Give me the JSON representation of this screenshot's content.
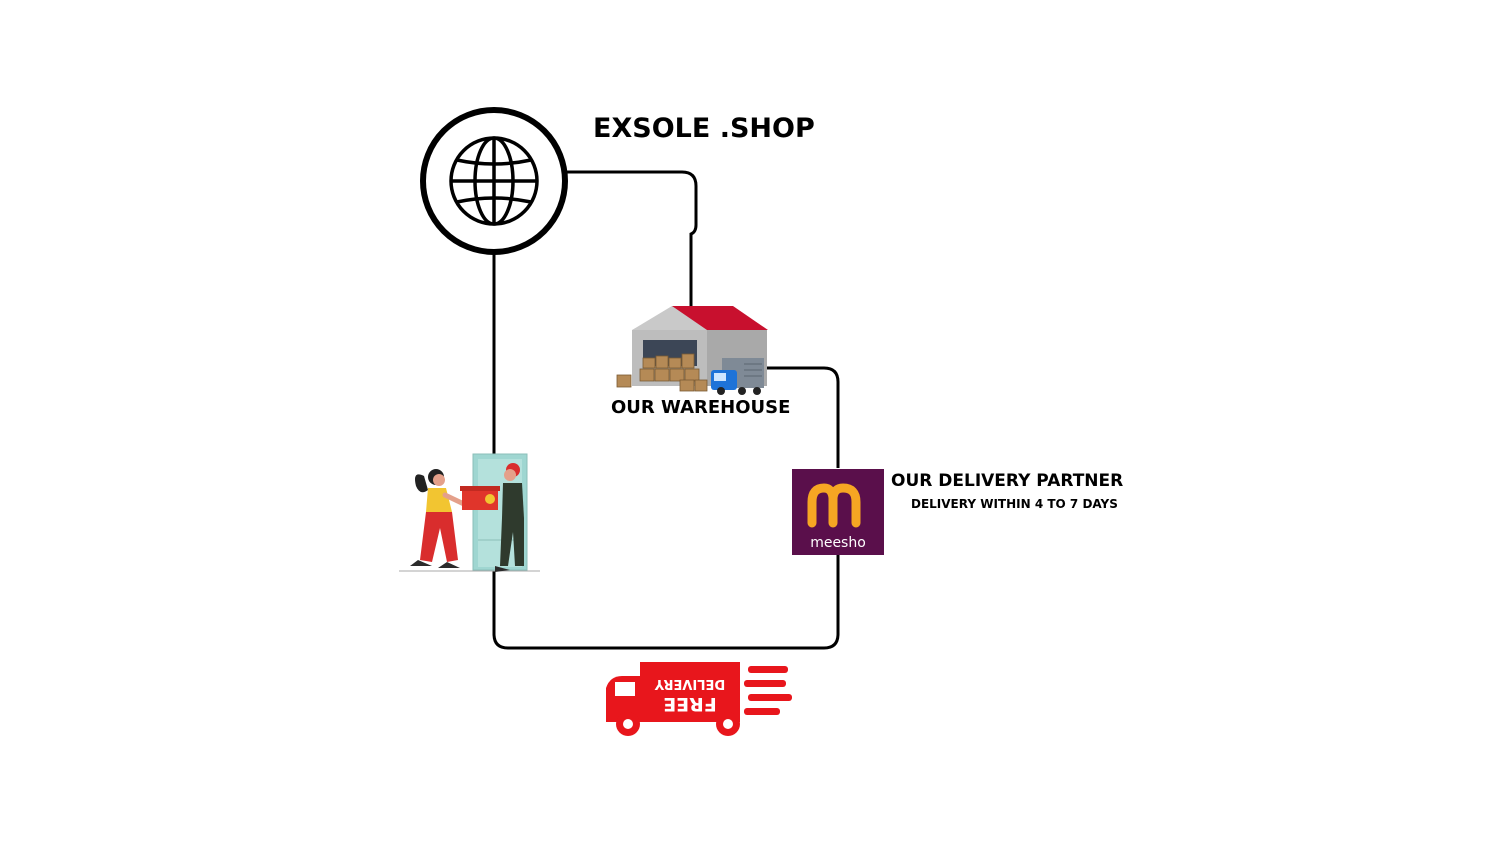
{
  "shop": {
    "title": "EXSOLE .SHOP",
    "icon": "globe-icon"
  },
  "warehouse": {
    "label": "OUR WAREHOUSE",
    "icon": "warehouse-icon"
  },
  "partner": {
    "label": "OUR DELIVERY PARTNER",
    "subtitle": "DELIVERY WITHIN 4 TO 7 DAYS",
    "logo_text": "meesho",
    "logo_bg": "#5a0f4b",
    "logo_accent": "#f6a623"
  },
  "customer": {
    "icon": "package-handover-icon"
  },
  "delivery": {
    "line1": "FREE",
    "line2": "DELIVERY",
    "color": "#e8161c",
    "icon": "delivery-truck-icon"
  },
  "colors": {
    "roof": "#c8102e",
    "line": "#000000"
  }
}
